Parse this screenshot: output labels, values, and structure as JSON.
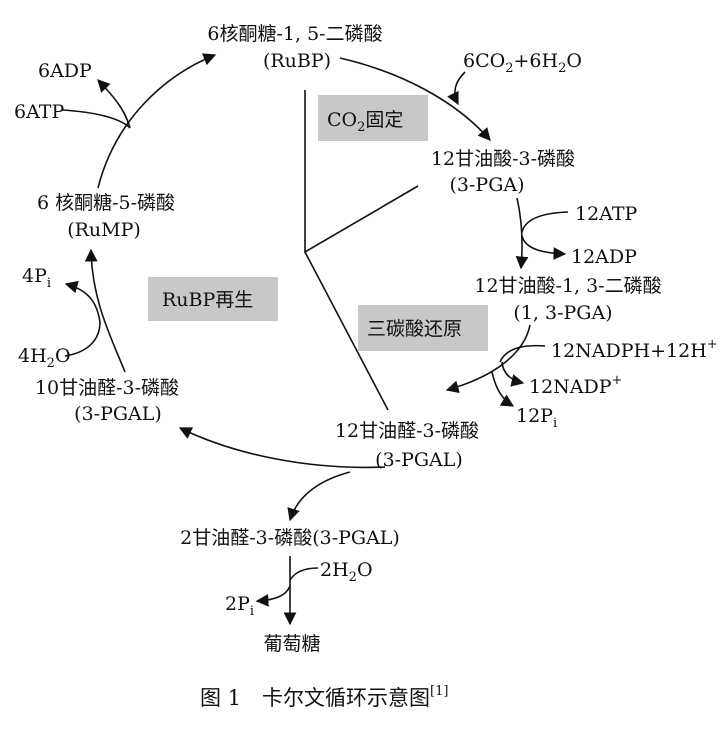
{
  "colors": {
    "box_fill": "#c8c8c8",
    "line": "#111111",
    "text": "#111111"
  },
  "compounds": {
    "rubp": {
      "name": "6核酮糖-1, 5-二磷酸",
      "abbr": "(RuBP)"
    },
    "pga": {
      "name": "12甘油酸-3-磷酸",
      "abbr": "(3-PGA)"
    },
    "bpga": {
      "name": "12甘油酸-1, 3-二磷酸",
      "abbr": "(1, 3-PGA)"
    },
    "pgal12": {
      "name": "12甘油醛-3-磷酸",
      "abbr": "(3-PGAL)"
    },
    "pgal10": {
      "name": "10甘油醛-3-磷酸",
      "abbr": "(3-PGAL)"
    },
    "rump": {
      "name": "6 核酮糖-5-磷酸",
      "abbr": "(RuMP)"
    },
    "pgal2": {
      "name": "2甘油醛-3-磷酸(3-PGAL)"
    },
    "glucose": {
      "name": "葡萄糖"
    }
  },
  "cofactors": {
    "co2_h2o": {
      "a": "6CO",
      "a_sub": "2",
      "b": "+6H",
      "b_sub": "2",
      "c": "O"
    },
    "atp12": "12ATP",
    "adp12": "12ADP",
    "nadph": {
      "main": "12NADPH+12H",
      "sup": "+"
    },
    "nadp": {
      "main": "12NADP",
      "sup": "+"
    },
    "pi12": {
      "main": "12P",
      "sub": "i"
    },
    "atp6": "6ATP",
    "adp6": "6ADP",
    "pi4": {
      "main": "4P",
      "sub": "i"
    },
    "h2o4": {
      "a": "4H",
      "a_sub": "2",
      "b": "O"
    },
    "h2o2": {
      "a": "2H",
      "a_sub": "2",
      "b": "O"
    },
    "pi2": {
      "main": "2P",
      "sub": "i"
    }
  },
  "stages": {
    "fixation": {
      "a": "CO",
      "a_sub": "2",
      "b": "固定"
    },
    "reduction": "三碳酸还原",
    "regeneration": "RuBP再生"
  },
  "caption": {
    "text": "图 1　卡尔文循环示意图",
    "ref": "[1]"
  }
}
